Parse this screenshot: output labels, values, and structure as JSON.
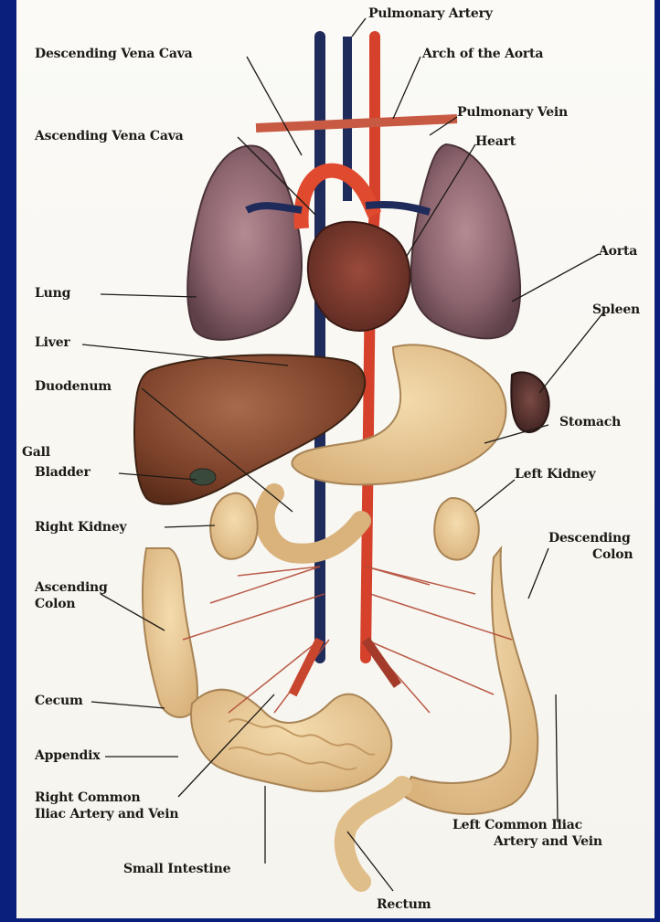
{
  "labels": {
    "pulmonary_artery": "Pulmonary Artery",
    "descending_vena_cava": "Descending Vena Cava",
    "arch_of_aorta": "Arch of the Aorta",
    "pulmonary_vein": "Pulmonary Vein",
    "ascending_vena_cava": "Ascending Vena Cava",
    "heart": "Heart",
    "aorta": "Aorta",
    "lung": "Lung",
    "spleen": "Spleen",
    "liver": "Liver",
    "duodenum": "Duodenum",
    "stomach": "Stomach",
    "gall": "Gall",
    "bladder": "Bladder",
    "left_kidney": "Left Kidney",
    "right_kidney": "Right Kidney",
    "descending": "Descending",
    "colon_right": "Colon",
    "ascending": "Ascending",
    "colon_left": "Colon",
    "cecum": "Cecum",
    "appendix": "Appendix",
    "right_common_1": "Right Common",
    "right_common_2": "Iliac Artery and Vein",
    "small_intestine": "Small Intestine",
    "left_common_1": "Left Common Iliac",
    "left_common_2": "Artery and Vein",
    "rectum": "Rectum"
  }
}
